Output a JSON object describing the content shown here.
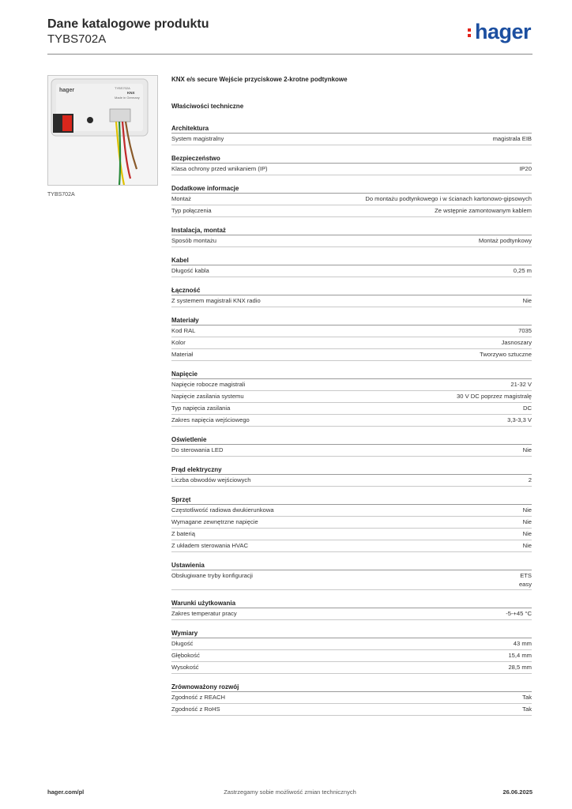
{
  "header": {
    "title": "Dane katalogowe produktu",
    "code": "TYBS702A",
    "logo": "hager",
    "brand_color": "#1c4fa0",
    "accent_color": "#e2231a"
  },
  "image": {
    "caption": "TYBS702A",
    "module_brand": "hager",
    "module_code": "TYBS702A",
    "module_origin": "Made in Germany",
    "module_label": "KNX",
    "wire_colors": [
      "#e0c200",
      "#2a8a3a",
      "#c02a2a",
      "#8a5a2a"
    ]
  },
  "main": {
    "product_name": "KNX e/s secure Wejście przyciskowe 2-krotne podtynkowe",
    "properties_heading": "Właściwości techniczne",
    "sections": [
      {
        "title": "Architektura",
        "rows": [
          {
            "label": "System magistralny",
            "value": "magistrala EIB"
          }
        ]
      },
      {
        "title": "Bezpieczeństwo",
        "rows": [
          {
            "label": "Klasa ochrony przed wnikaniem (IP)",
            "value": "IP20"
          }
        ]
      },
      {
        "title": "Dodatkowe informacje",
        "rows": [
          {
            "label": "Montaż",
            "value": "Do montażu podtynkowego i w ścianach kartonowo-gipsowych"
          },
          {
            "label": "Typ połączenia",
            "value": "Ze wstępnie zamontowanym kablem"
          }
        ]
      },
      {
        "title": "Instalacja, montaż",
        "rows": [
          {
            "label": "Sposób montażu",
            "value": "Montaż podtynkowy"
          }
        ]
      },
      {
        "title": "Kabel",
        "rows": [
          {
            "label": "Długość kabla",
            "value": "0,25 m"
          }
        ]
      },
      {
        "title": "Łączność",
        "rows": [
          {
            "label": "Z systemem magistrali KNX radio",
            "value": "Nie"
          }
        ]
      },
      {
        "title": "Materiały",
        "rows": [
          {
            "label": "Kod RAL",
            "value": "7035"
          },
          {
            "label": "Kolor",
            "value": "Jasnoszary"
          },
          {
            "label": "Materiał",
            "value": "Tworzywo sztuczne"
          }
        ]
      },
      {
        "title": "Napięcie",
        "rows": [
          {
            "label": "Napięcie robocze magistrali",
            "value": "21-32 V"
          },
          {
            "label": "Napięcie zasilania systemu",
            "value": "30 V DC poprzez magistralę"
          },
          {
            "label": "Typ napięcia zasilania",
            "value": "DC"
          },
          {
            "label": "Zakres napięcia wejściowego",
            "value": "3,3-3,3 V"
          }
        ]
      },
      {
        "title": "Oświetlenie",
        "rows": [
          {
            "label": "Do sterowania LED",
            "value": "Nie"
          }
        ]
      },
      {
        "title": "Prąd elektryczny",
        "rows": [
          {
            "label": "Liczba obwodów wejściowych",
            "value": "2"
          }
        ]
      },
      {
        "title": "Sprzęt",
        "rows": [
          {
            "label": "Częstotliwość radiowa dwukierunkowa",
            "value": "Nie"
          },
          {
            "label": "Wymagane zewnętrzne napięcie",
            "value": "Nie"
          },
          {
            "label": "Z baterią",
            "value": "Nie"
          },
          {
            "label": "Z układem sterowania HVAC",
            "value": "Nie"
          }
        ]
      },
      {
        "title": "Ustawienia",
        "rows": [
          {
            "label": "Obsługiwane tryby konfiguracji",
            "value": "ETS",
            "value2": "easy"
          }
        ]
      },
      {
        "title": "Warunki użytkowania",
        "rows": [
          {
            "label": "Zakres temperatur pracy",
            "value": "-5-+45 °C"
          }
        ]
      },
      {
        "title": "Wymiary",
        "rows": [
          {
            "label": "Długość",
            "value": "43 mm"
          },
          {
            "label": "Głębokość",
            "value": "15,4 mm"
          },
          {
            "label": "Wysokość",
            "value": "28,5 mm"
          }
        ]
      },
      {
        "title": "Zrównoważony rozwój",
        "rows": [
          {
            "label": "Zgodność z REACH",
            "value": "Tak"
          },
          {
            "label": "Zgodność z RoHS",
            "value": "Tak"
          }
        ]
      }
    ]
  },
  "footer": {
    "left": "hager.com/pl",
    "center": "Zastrzegamy sobie możliwość zmian technicznych",
    "right": "26.06.2025"
  }
}
